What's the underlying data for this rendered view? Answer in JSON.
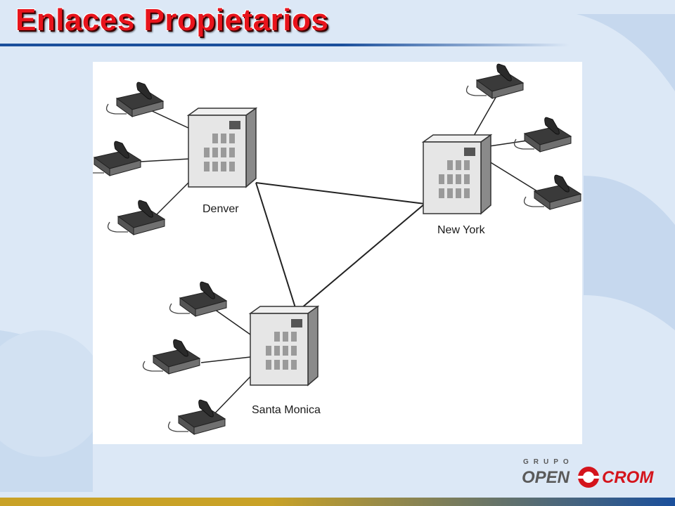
{
  "slide": {
    "title": "Enlaces Propietarios"
  },
  "diagram": {
    "nodes": [
      {
        "id": "denver",
        "label": "Denver"
      },
      {
        "id": "new-york",
        "label": "New York"
      },
      {
        "id": "santa-monica",
        "label": "Santa Monica"
      }
    ]
  },
  "logo": {
    "grupo": "GRUPO",
    "open": "OPEN",
    "crom": "CROM"
  },
  "colors": {
    "title_red": "#e8141c",
    "accent_blue": "#1a4f9c",
    "background": "#dce8f6"
  }
}
